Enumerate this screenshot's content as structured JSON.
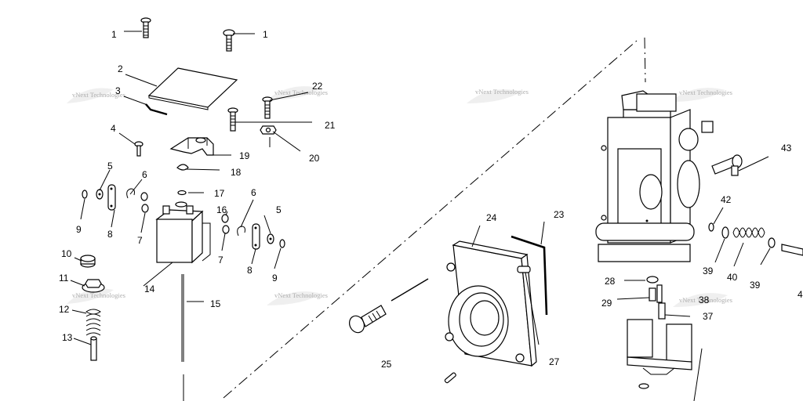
{
  "diagram": {
    "watermark": "vNext Technologies",
    "callouts": [
      "1",
      "1",
      "2",
      "3",
      "4",
      "5",
      "6",
      "7",
      "8",
      "9",
      "10",
      "11",
      "12",
      "13",
      "14",
      "15",
      "16",
      "17",
      "18",
      "19",
      "20",
      "21",
      "22",
      "23",
      "24",
      "25",
      "27",
      "28",
      "29",
      "39",
      "40",
      "39",
      "42",
      "43",
      "6",
      "5",
      "7",
      "8",
      "9",
      "37",
      "38",
      "4"
    ]
  }
}
